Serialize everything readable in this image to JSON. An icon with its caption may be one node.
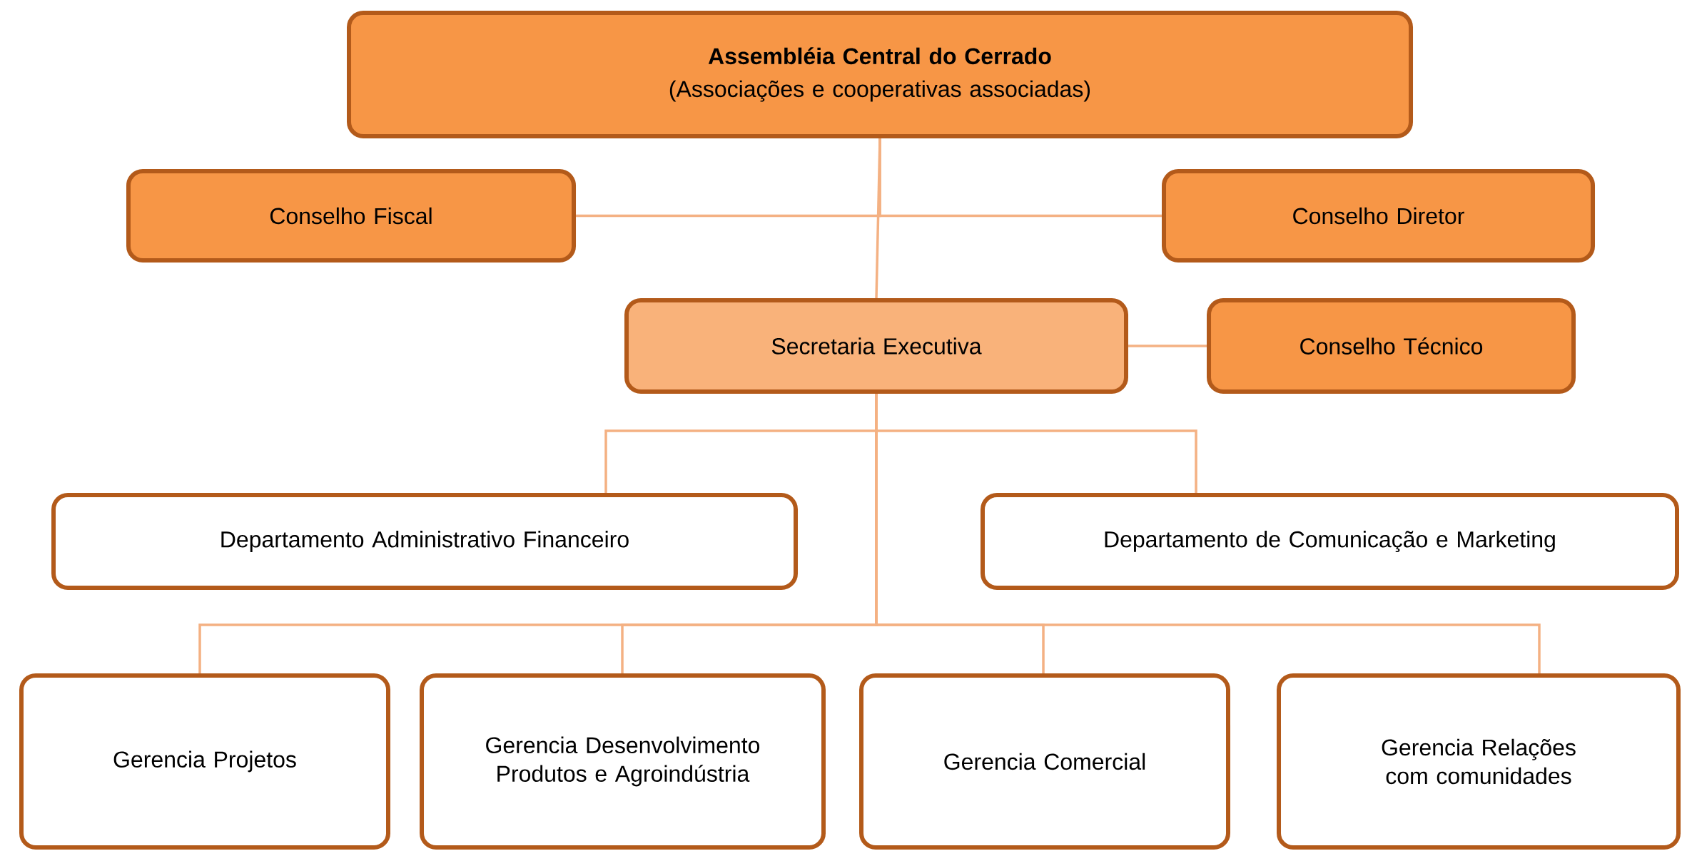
{
  "diagram": {
    "nodes": [
      {
        "text": [
          "Assembléia Central do Cerrado",
          "(Associações e cooperativas associadas)"
        ]
      },
      {
        "text": [
          "Conselho Fiscal"
        ]
      },
      {
        "text": [
          "Conselho Diretor"
        ]
      },
      {
        "text": [
          "Secretaria Executiva"
        ]
      },
      {
        "text": [
          "Conselho Técnico"
        ]
      },
      {
        "text": [
          "Departamento Administrativo Financeiro"
        ]
      },
      {
        "text": [
          "Departamento de Comunicação e Marketing"
        ]
      },
      {
        "text": [
          "Gerencia Projetos"
        ]
      },
      {
        "text": [
          "Gerencia Desenvolvimento Produtos e Agroindústria"
        ]
      },
      {
        "text": [
          "Gerencia Comercial"
        ]
      },
      {
        "text": [
          "Gerencia Relações com comunidades"
        ]
      }
    ],
    "edges": [
      {
        "from": 0,
        "to": 1,
        "arrow": "none"
      },
      {
        "from": 0,
        "to": 2,
        "arrow": "none"
      },
      {
        "from": 0,
        "to": 3,
        "arrow": "none"
      },
      {
        "from": 3,
        "to": 4,
        "arrow": "none"
      },
      {
        "from": 3,
        "to": 5,
        "arrow": "none"
      },
      {
        "from": 3,
        "to": 6,
        "arrow": "none"
      },
      {
        "from": 3,
        "to": 7,
        "arrow": "none"
      },
      {
        "from": 3,
        "to": 8,
        "arrow": "none"
      },
      {
        "from": 3,
        "to": 9,
        "arrow": "none"
      },
      {
        "from": 3,
        "to": 10,
        "arrow": "none"
      }
    ]
  }
}
